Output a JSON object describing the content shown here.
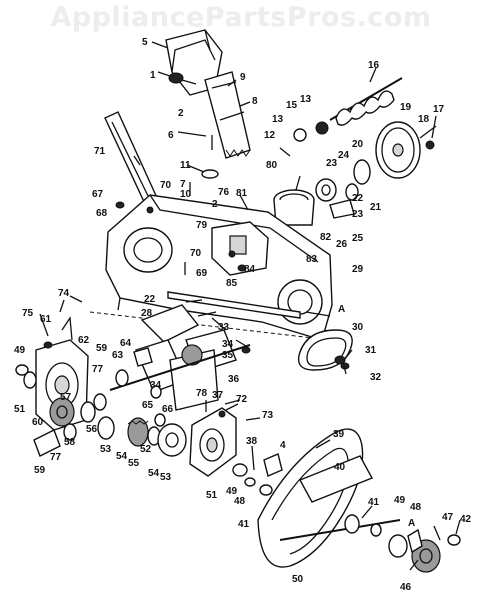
{
  "watermark": "AppliancePartsPros.com",
  "callouts": [
    "1",
    "2",
    "4",
    "5",
    "6",
    "7",
    "8",
    "9",
    "10",
    "11",
    "12",
    "13",
    "13",
    "15",
    "16",
    "17",
    "18",
    "19",
    "20",
    "21",
    "22",
    "22",
    "23",
    "23",
    "24",
    "25",
    "26",
    "28",
    "29",
    "30",
    "31",
    "32",
    "33",
    "34",
    "34",
    "35",
    "36",
    "37",
    "38",
    "39",
    "40",
    "41",
    "41",
    "42",
    "46",
    "47",
    "48",
    "48",
    "49",
    "49",
    "49",
    "50",
    "51",
    "51",
    "52",
    "53",
    "53",
    "54",
    "54",
    "55",
    "56",
    "57",
    "58",
    "59",
    "59",
    "60",
    "61",
    "62",
    "63",
    "64",
    "65",
    "66",
    "67",
    "68",
    "69",
    "70",
    "70",
    "71",
    "72",
    "73",
    "74",
    "75",
    "76",
    "77",
    "77",
    "78",
    "79",
    "80",
    "81",
    "82",
    "83",
    "84",
    "85",
    "A",
    "A",
    "2"
  ]
}
